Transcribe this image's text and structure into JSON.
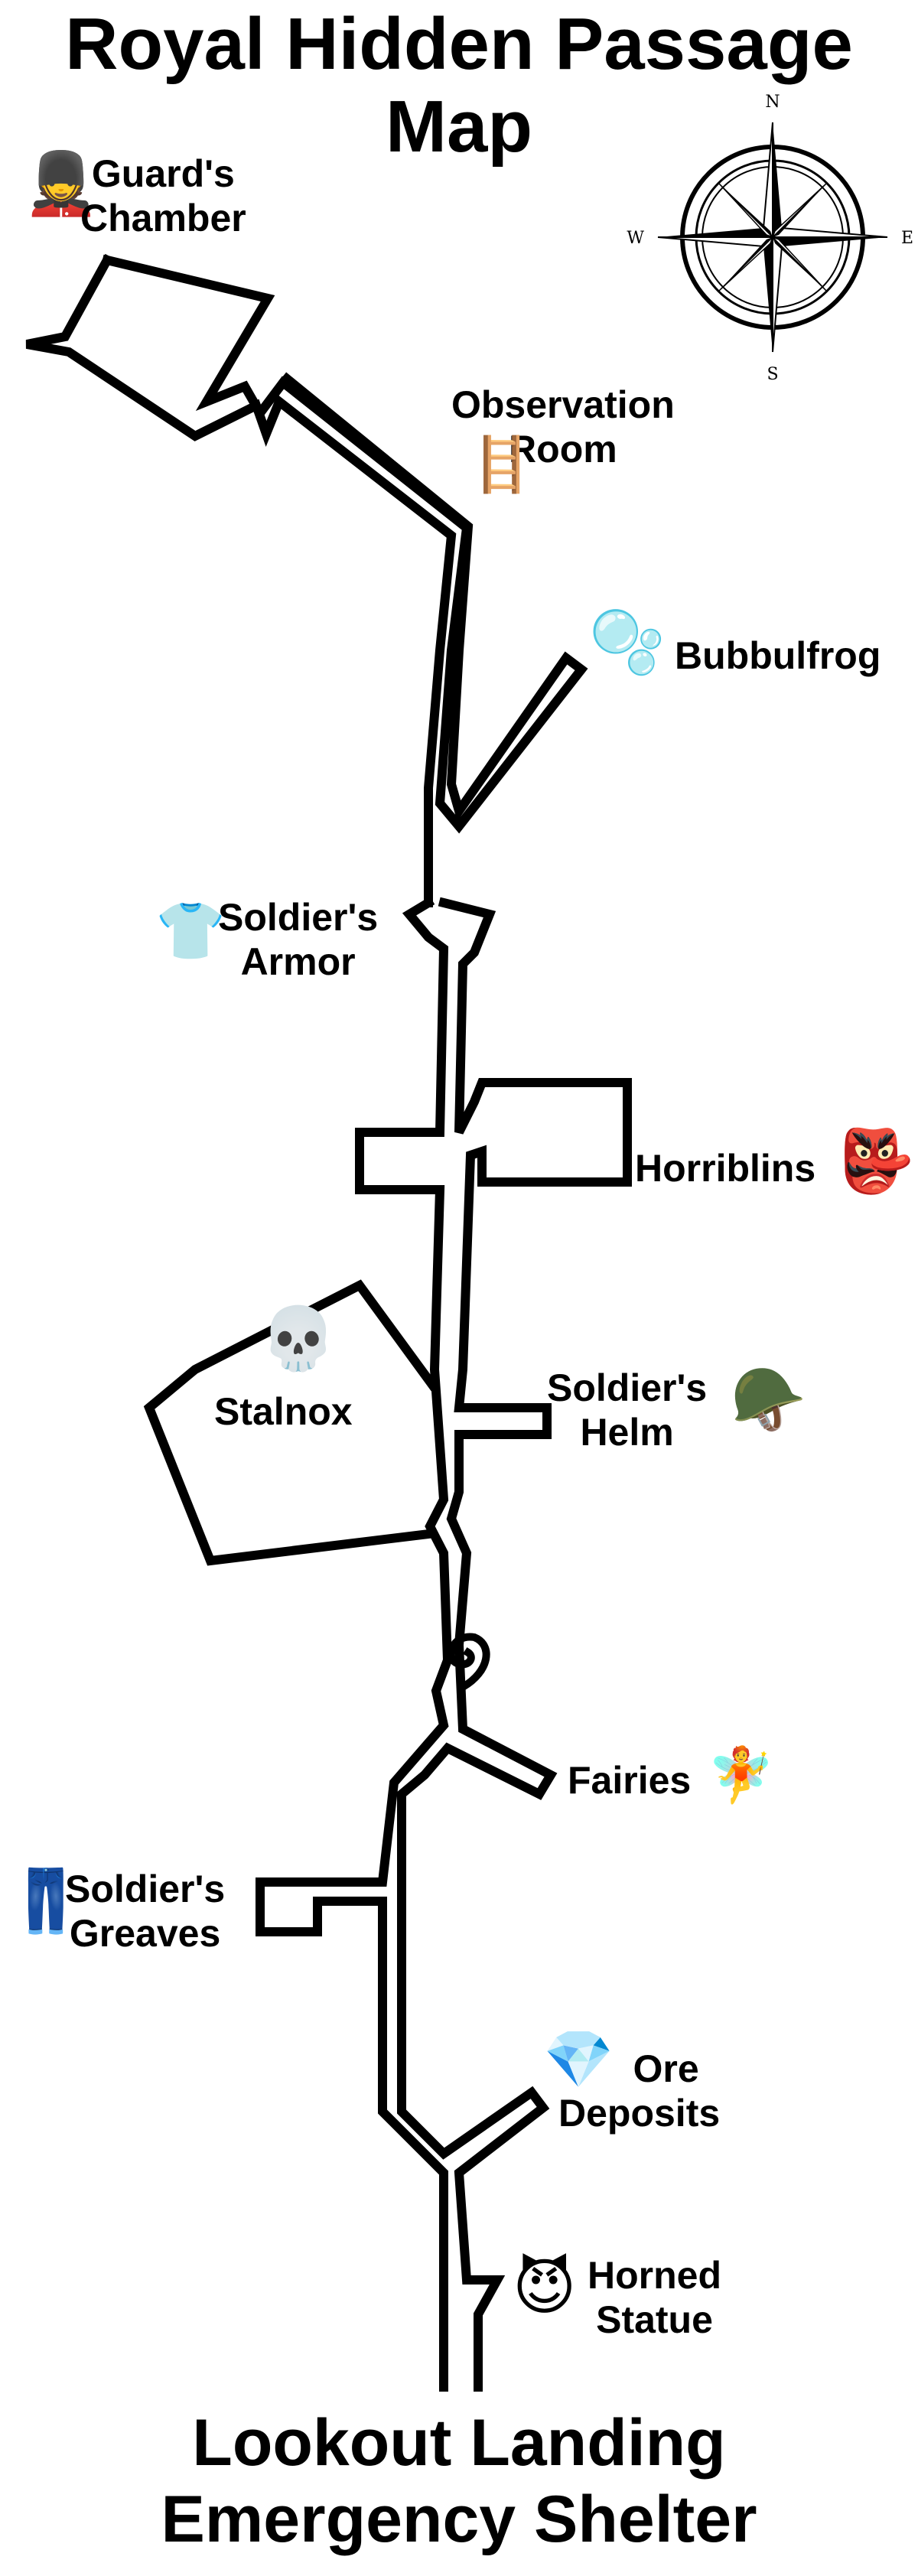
{
  "title": {
    "line1": "Royal Hidden Passage",
    "line2": "Map"
  },
  "bottom": {
    "line1": "Lookout Landing",
    "line2": "Emergency Shelter"
  },
  "compass": {
    "n": "N",
    "s": "S",
    "e": "E",
    "w": "W"
  },
  "locations": [
    {
      "id": "guards-chamber",
      "lines": [
        "Guard's",
        "Chamber"
      ],
      "icon": "guard-icon",
      "glyph": "💂"
    },
    {
      "id": "observation-room",
      "lines": [
        "Observation",
        "Room"
      ],
      "icon": "ladder-icon",
      "glyph": "🪜"
    },
    {
      "id": "bubbulfrog",
      "lines": [
        "Bubbulfrog"
      ],
      "icon": "bubbles-icon",
      "glyph": "🫧"
    },
    {
      "id": "soldiers-armor",
      "lines": [
        "Soldier's",
        "Armor"
      ],
      "icon": "shirt-icon",
      "glyph": "👕"
    },
    {
      "id": "horriblins",
      "lines": [
        "Horriblins"
      ],
      "icon": "goblin-mask-icon",
      "glyph": "👺"
    },
    {
      "id": "stalnox",
      "lines": [
        "Stalnox"
      ],
      "icon": "skull-icon",
      "glyph": "💀"
    },
    {
      "id": "soldiers-helm",
      "lines": [
        "Soldier's",
        "Helm"
      ],
      "icon": "helmet-icon",
      "glyph": "🪖"
    },
    {
      "id": "fairies",
      "lines": [
        "Fairies"
      ],
      "icon": "fairy-icon",
      "glyph": "🧚"
    },
    {
      "id": "soldiers-greaves",
      "lines": [
        "Soldier's",
        "Greaves"
      ],
      "icon": "jeans-icon",
      "glyph": "👖"
    },
    {
      "id": "ore-deposits",
      "lines": [
        "Ore",
        "Deposits"
      ],
      "icon": "gem-icon",
      "glyph": "💎"
    },
    {
      "id": "horned-statue",
      "lines": [
        "Horned",
        "Statue"
      ],
      "icon": "devil-icon",
      "glyph": "😈"
    }
  ]
}
